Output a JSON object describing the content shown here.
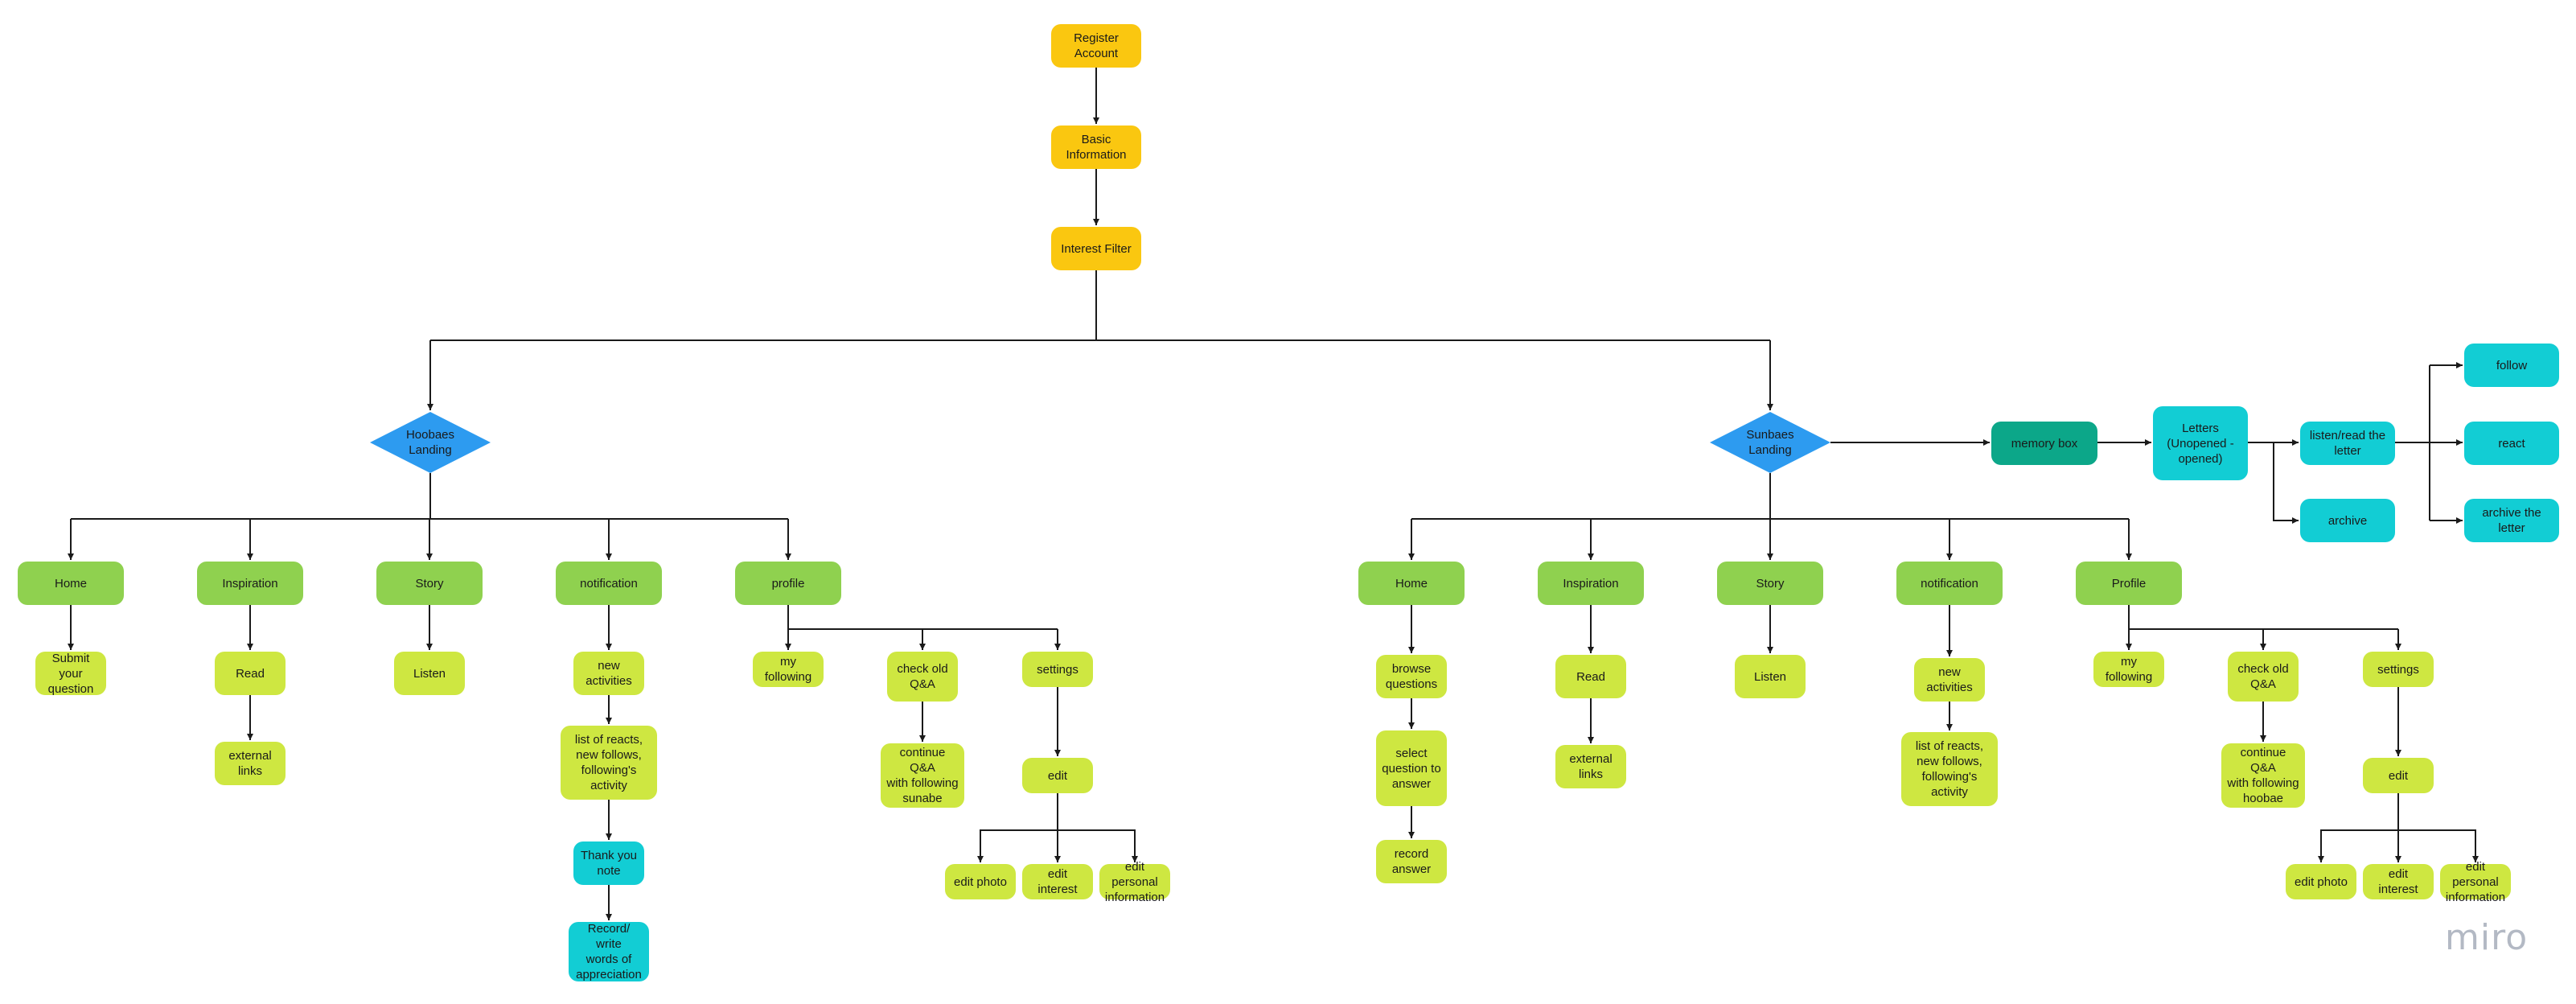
{
  "watermark": "miro",
  "colors": {
    "orange": "#fac710",
    "green": "#8fd14f",
    "lime": "#cee741",
    "cyan": "#12cdd4",
    "teal": "#0ca789",
    "blue": "#2d9bf0",
    "line": "#1a1a1a"
  },
  "onboarding": {
    "register": "Register\nAccount",
    "basic": "Basic\nInformation",
    "interest": "Interest Filter"
  },
  "hoobaes": {
    "landing": "Hoobaes\nLanding",
    "home": "Home",
    "submit_question": "Submit your\nquestion",
    "inspiration": "Inspiration",
    "read": "Read",
    "external_links": "external\nlinks",
    "story": "Story",
    "listen": "Listen",
    "notification": "notification",
    "new_activities": "new\nactivities",
    "list_of_reacts": "list of reacts,\nnew follows,\nfollowing's\nactivity",
    "thank_you_note": "Thank you\nnote",
    "record_write": "Record/ write\nwords of\nappreciation",
    "profile": "profile",
    "my_following": "my following",
    "check_old_qa": "check old\nQ&A",
    "continue_qa": "continue Q&A\nwith following\nsunabe",
    "settings": "settings",
    "edit": "edit",
    "edit_photo": "edit photo",
    "edit_interest": "edit interest",
    "edit_personal": "edit personal\ninformation"
  },
  "sunbaes": {
    "landing": "Sunbaes\nLanding",
    "home": "Home",
    "browse_questions": "browse\nquestions",
    "select_question": "select\nquestion to\nanswer",
    "record_answer": "record\nanswer",
    "inspiration": "Inspiration",
    "read": "Read",
    "external_links": "external\nlinks",
    "story": "Story",
    "listen": "Listen",
    "notification": "notification",
    "new_activities": "new\nactivities",
    "list_of_reacts": "list of reacts,\nnew follows,\nfollowing's\nactivity",
    "profile": "Profile",
    "my_following": "my following",
    "check_old_qa": "check old\nQ&A",
    "continue_qa": "continue Q&A\nwith following\nhoobae",
    "settings": "settings",
    "edit": "edit",
    "edit_photo": "edit photo",
    "edit_interest": "edit interest",
    "edit_personal": "edit personal\ninformation"
  },
  "memory": {
    "memory_box": "memory box",
    "letters": "Letters\n(Unopened -\nopened)",
    "listen_read": "listen/read the\nletter",
    "archive": "archive",
    "follow": "follow",
    "react": "react",
    "archive_letter": "archive the letter"
  }
}
